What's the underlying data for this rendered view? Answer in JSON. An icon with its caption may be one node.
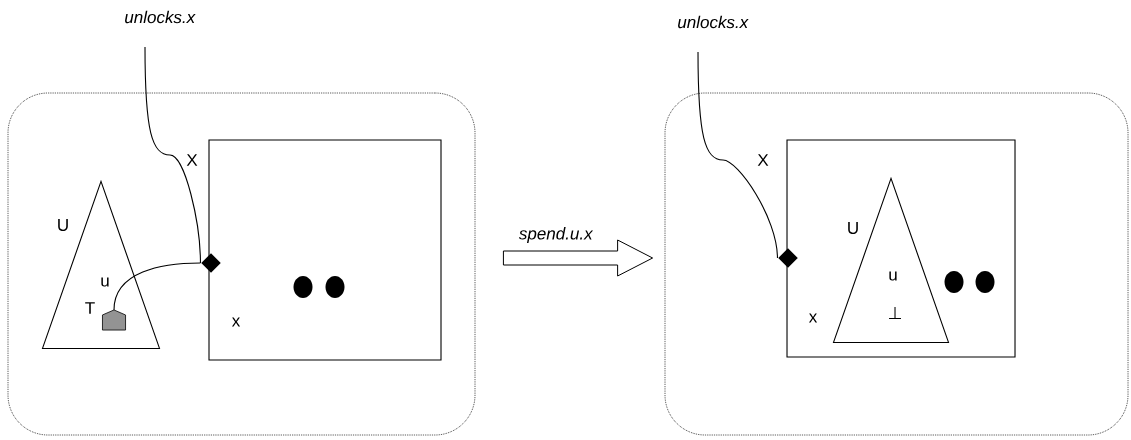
{
  "diagram": {
    "nodes": [
      {
        "text": [],
        "shape": "box"
      },
      {
        "text": [
          "U",
          "u"
        ],
        "in": 0
      },
      {
        "text": [
          "T"
        ],
        "in": 1
      },
      {
        "text": [
          "x"
        ],
        "in": 0
      },
      {
        "text": [],
        "shape": "diamond",
        "in": 0
      },
      {
        "text": [
          "*unlocks.x*"
        ]
      },
      {
        "text": [],
        "shape": "box"
      },
      {
        "text": [
          "x"
        ],
        "in": 6
      },
      {
        "text": [
          "U",
          "u",
          "⊥"
        ],
        "in": 7
      },
      {
        "text": [],
        "shape": "diamond",
        "in": 6
      },
      {
        "text": [
          "*unlocks.x*"
        ]
      }
    ],
    "edges": [
      {
        "from": 5,
        "to": 4,
        "arrow": "none",
        "label": "X"
      },
      {
        "from": 2,
        "to": 4,
        "arrow": "none"
      },
      {
        "from": 0,
        "to": 6,
        "arrow": "to",
        "label": "*spend.u.x*",
        "style": "thick"
      },
      {
        "from": 10,
        "to": 9,
        "arrow": "none",
        "label": "X"
      }
    ]
  }
}
